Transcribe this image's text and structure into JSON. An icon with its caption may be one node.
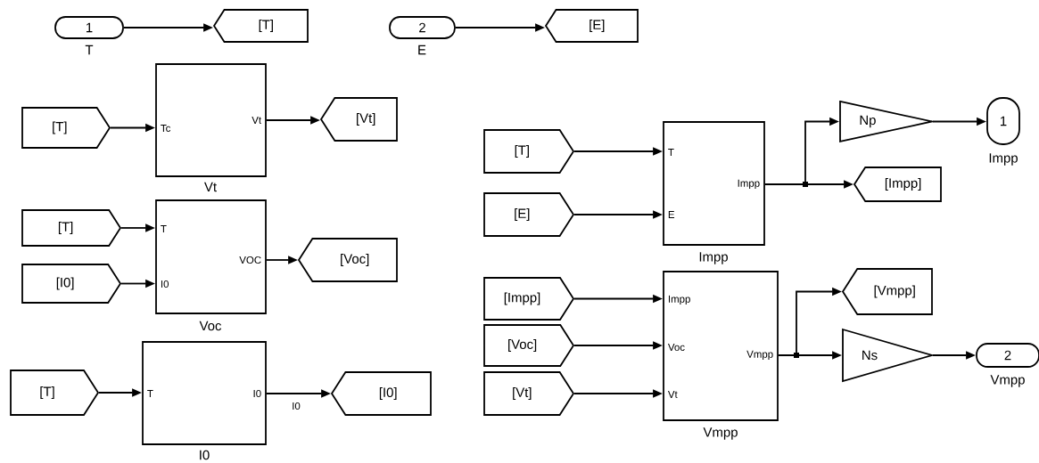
{
  "diagram": {
    "nodes": [
      {
        "text": [
          "1"
        ],
        "beside": [
          "T"
        ]
      },
      {
        "text": [
          "[T]"
        ]
      },
      {
        "text": [
          "2"
        ],
        "beside": [
          "E"
        ]
      },
      {
        "text": [
          "[E]"
        ]
      },
      {
        "text": [
          "[T]"
        ]
      },
      {
        "text": [
          "Tc",
          "Vt"
        ],
        "beside": [
          "Vt"
        ]
      },
      {
        "text": [
          "[Vt]"
        ]
      },
      {
        "text": [
          "[T]"
        ]
      },
      {
        "text": [
          "[I0]"
        ]
      },
      {
        "text": [
          "T",
          "I0",
          "VOC"
        ],
        "beside": [
          "Voc"
        ]
      },
      {
        "text": [
          "[Voc]"
        ]
      },
      {
        "text": [
          "[T]"
        ]
      },
      {
        "text": [
          "T",
          "I0"
        ],
        "beside": [
          "I0"
        ]
      },
      {
        "text": [
          "[I0]"
        ]
      },
      {
        "text": [
          "[T]"
        ]
      },
      {
        "text": [
          "[E]"
        ]
      },
      {
        "text": [
          "T",
          "E",
          "Impp"
        ],
        "beside": [
          "Impp"
        ]
      },
      {
        "text": [
          "Np"
        ]
      },
      {
        "text": [
          "1"
        ],
        "beside": [
          "Impp"
        ]
      },
      {
        "text": [
          "[Impp]"
        ]
      },
      {
        "text": [
          "[Impp]"
        ]
      },
      {
        "text": [
          "[Voc]"
        ]
      },
      {
        "text": [
          "[Vt]"
        ]
      },
      {
        "text": [
          "Impp",
          "Voc",
          "Vt",
          "Vmpp"
        ],
        "beside": [
          "Vmpp"
        ]
      },
      {
        "text": [
          "[Vmpp]"
        ]
      },
      {
        "text": [
          "Ns"
        ]
      },
      {
        "text": [
          "2"
        ],
        "beside": [
          "Vmpp"
        ]
      }
    ],
    "edges": [
      {
        "from": 0,
        "to": 1,
        "arrow": "to"
      },
      {
        "from": 2,
        "to": 3,
        "arrow": "to"
      },
      {
        "from": 4,
        "to": 5,
        "arrow": "to"
      },
      {
        "from": 5,
        "to": 6,
        "arrow": "to"
      },
      {
        "from": 7,
        "to": 9,
        "arrow": "to"
      },
      {
        "from": 8,
        "to": 9,
        "arrow": "to"
      },
      {
        "from": 9,
        "to": 10,
        "arrow": "to"
      },
      {
        "from": 11,
        "to": 12,
        "arrow": "to"
      },
      {
        "from": 12,
        "to": 13,
        "arrow": "to",
        "label": "I0"
      },
      {
        "from": 14,
        "to": 16,
        "arrow": "to"
      },
      {
        "from": 15,
        "to": 16,
        "arrow": "to"
      },
      {
        "from": 16,
        "to": 17,
        "arrow": "to"
      },
      {
        "from": 16,
        "to": 19,
        "arrow": "to"
      },
      {
        "from": 17,
        "to": 18,
        "arrow": "to"
      },
      {
        "from": 20,
        "to": 23,
        "arrow": "to"
      },
      {
        "from": 21,
        "to": 23,
        "arrow": "to"
      },
      {
        "from": 22,
        "to": 23,
        "arrow": "to"
      },
      {
        "from": 23,
        "to": 24,
        "arrow": "to"
      },
      {
        "from": 23,
        "to": 25,
        "arrow": "to"
      },
      {
        "from": 25,
        "to": 26,
        "arrow": "to"
      }
    ]
  }
}
